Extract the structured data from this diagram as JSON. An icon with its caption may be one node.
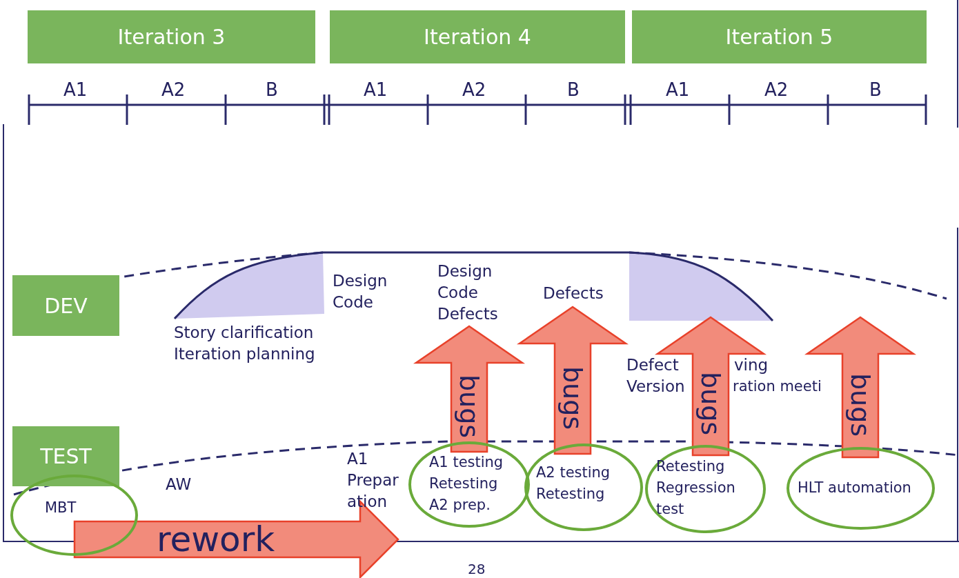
{
  "diagram": {
    "nodes": [
      {
        "text": [
          "Iteration 3"
        ]
      },
      {
        "text": [
          "Iteration 4"
        ]
      },
      {
        "text": [
          "Iteration 5"
        ]
      },
      {
        "text": [
          "DEV"
        ]
      },
      {
        "text": [
          "TEST"
        ]
      },
      {
        "text": [
          "MBT"
        ]
      },
      {
        "text": [
          "A1 testing Retesting A2 prep."
        ]
      },
      {
        "text": [
          "A2 testing Retesting"
        ]
      },
      {
        "text": [
          "Retesting Regression test"
        ]
      },
      {
        "text": [
          "HLT automation"
        ]
      },
      {
        "text": [
          "Design Code Defects"
        ]
      },
      {
        "text": [
          "Defects"
        ]
      }
    ],
    "edges": [
      {
        "from": 6,
        "to": 10,
        "arrow": "to",
        "label": "bugs"
      },
      {
        "from": 7,
        "to": 11,
        "arrow": "to",
        "label": "bugs"
      },
      {
        "from": 8,
        "to": null,
        "arrow": "to",
        "label": "bugs"
      },
      {
        "from": 9,
        "to": null,
        "arrow": "to",
        "label": "bugs"
      },
      {
        "from": 5,
        "to": 6,
        "arrow": "to",
        "label": "rework"
      }
    ],
    "labels": [
      "A1",
      "A2",
      "B",
      "A1",
      "A2",
      "B",
      "A1",
      "A2",
      "B",
      "Design Code",
      "Story clarification Iteration planning",
      "Defect",
      "ving",
      "Version",
      "ration meeti",
      "AW",
      "A1 Preparation",
      "28"
    ]
  }
}
